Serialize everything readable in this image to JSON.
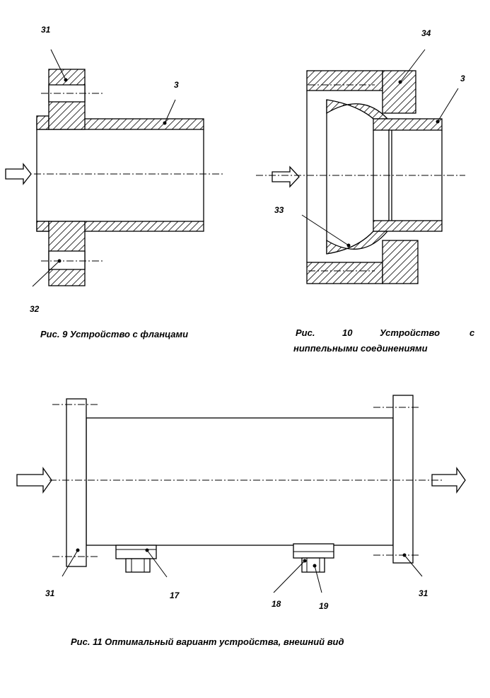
{
  "fig9": {
    "label_31": "31",
    "label_3": "3",
    "label_32": "32",
    "caption": "Рис. 9 Устройство с фланцами"
  },
  "fig10": {
    "label_34": "34",
    "label_3": "3",
    "label_33": "33",
    "caption_line1_word1": "Рис.",
    "caption_line1_word2": "10",
    "caption_line1_word3": "Устройство",
    "caption_line1_word4": "с",
    "caption_line2": "ниппельными соединениями"
  },
  "fig11": {
    "label_31_left": "31",
    "label_17": "17",
    "label_18": "18",
    "label_19": "19",
    "label_31_right": "31",
    "caption": "Рис. 11 Оптимальный вариант устройства, внешний вид"
  }
}
